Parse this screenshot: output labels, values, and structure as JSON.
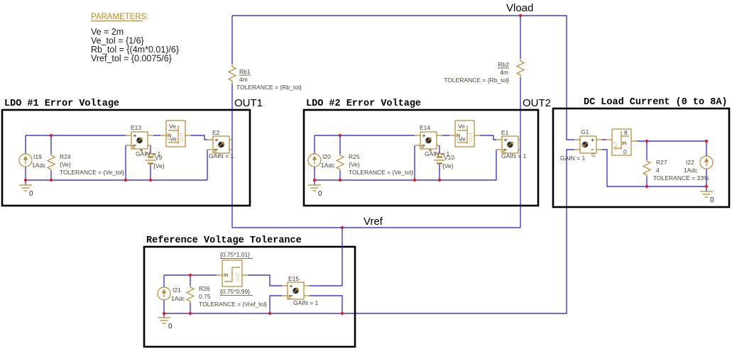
{
  "parameters": {
    "heading": "PARAMETERS:",
    "lines": [
      "Ve = 2m",
      "Ve_tol = {1/6}",
      "Rb_tol = {(4m*0.01)/6}",
      "Vref_tol = {0.0075/6}"
    ]
  },
  "nets": {
    "vload": "Vload",
    "out1": "OUT1",
    "out2": "OUT2",
    "vref": "Vref"
  },
  "rb1": {
    "ref": "Rb1",
    "value": "4m",
    "tolerance": "TOLERANCE = {Rb_tol}"
  },
  "rb2": {
    "ref": "Rb2",
    "value": "4m",
    "tolerance": "TOLERANCE = {Rb_tol}"
  },
  "ldo1": {
    "title": "LDO #1 Error Voltage",
    "i19": {
      "ref": "I19",
      "value": "1Adc"
    },
    "r24": {
      "ref": "R24",
      "value": "{Ve}",
      "tolerance": "TOLERANCE = {Ve_tol}"
    },
    "v9": {
      "ref": "V9",
      "value": "{Ve}"
    },
    "e13": {
      "ref": "E13",
      "gain": "GAIN = 1",
      "letter": "E"
    },
    "limiter": {
      "upper": "Ve",
      "lower": "-Ve",
      "in_label": "IN",
      "out_label": "OUT"
    },
    "e2": {
      "ref": "E2",
      "gain": "GAIN = 1",
      "letter": "E"
    },
    "ground": "0"
  },
  "ldo2": {
    "title": "LDO #2 Error Voltage",
    "i20": {
      "ref": "I20",
      "value": "1Adc"
    },
    "r25": {
      "ref": "R25",
      "value": "{Ve}",
      "tolerance": "TOLERANCE = {Ve_tol}"
    },
    "v10": {
      "ref": "V10",
      "value": "{Ve}"
    },
    "e14": {
      "ref": "E14",
      "gain": "GAIN = 1",
      "letter": "E"
    },
    "limiter": {
      "upper": "Ve",
      "lower": "-Ve",
      "in_label": "IN",
      "out_label": "OUT"
    },
    "e1": {
      "ref": "E1",
      "gain": "GAIN = 1",
      "letter": "E"
    },
    "ground": "0"
  },
  "dc_load": {
    "title": "DC Load Current (0 to 8A)",
    "g1": {
      "ref": "G1",
      "gain": "GAIN = 1",
      "letter": "G"
    },
    "limiter": {
      "upper": "8",
      "lower": "0",
      "in_label": "IN",
      "out_label": "OUT"
    },
    "r27": {
      "ref": "R27",
      "value": "4",
      "tolerance": "TOLERANCE = 33%"
    },
    "i22": {
      "ref": "I22",
      "value": "1Adc"
    },
    "ground": "0"
  },
  "reference": {
    "title": "Reference Voltage Tolerance",
    "i21": {
      "ref": "I21",
      "value": "1Adc"
    },
    "r26": {
      "ref": "R26",
      "value": "0.75",
      "tolerance": "TOLERANCE = {Vref_tol}"
    },
    "limiter": {
      "upper": "{0.75*1.01}",
      "lower": "{0.75*0.99}",
      "in_label": "IN",
      "out_label": "OUT"
    },
    "e15": {
      "ref": "E15",
      "gain": "GAIN = 1",
      "letter": "E"
    },
    "ground": "0"
  },
  "colors": {
    "wire": "#4238dd",
    "component": "#b8872b",
    "junction": "#e02020",
    "annotation": "#4a4436",
    "parameters_heading": "#cc8518",
    "border": "#000000"
  }
}
